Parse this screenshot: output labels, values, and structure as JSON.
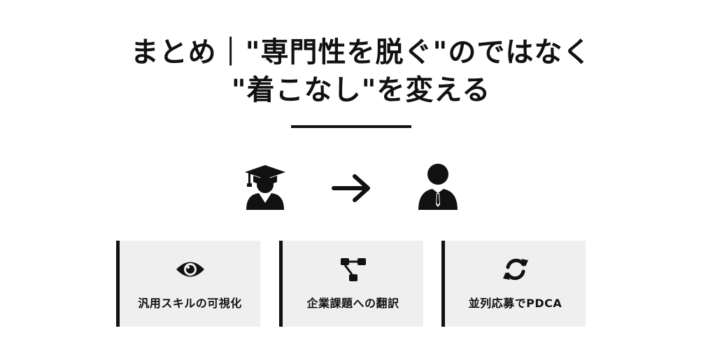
{
  "title": {
    "line1": "まとめ｜\"専門性を脱ぐ\"のではなく",
    "line2": "\"着こなし\"を変える"
  },
  "transition": {
    "from_icon": "graduate-icon",
    "arrow_icon": "arrow-right-icon",
    "to_icon": "businessman-icon"
  },
  "cards": [
    {
      "icon": "eye-icon",
      "label": "汎用スキルの可視化"
    },
    {
      "icon": "flow-diagram-icon",
      "label": "企業課題への翻訳"
    },
    {
      "icon": "refresh-icon",
      "label": "並列応募でPDCA"
    }
  ],
  "colors": {
    "text": "#111111",
    "card_background": "#efefef",
    "accent_border": "#111111"
  }
}
